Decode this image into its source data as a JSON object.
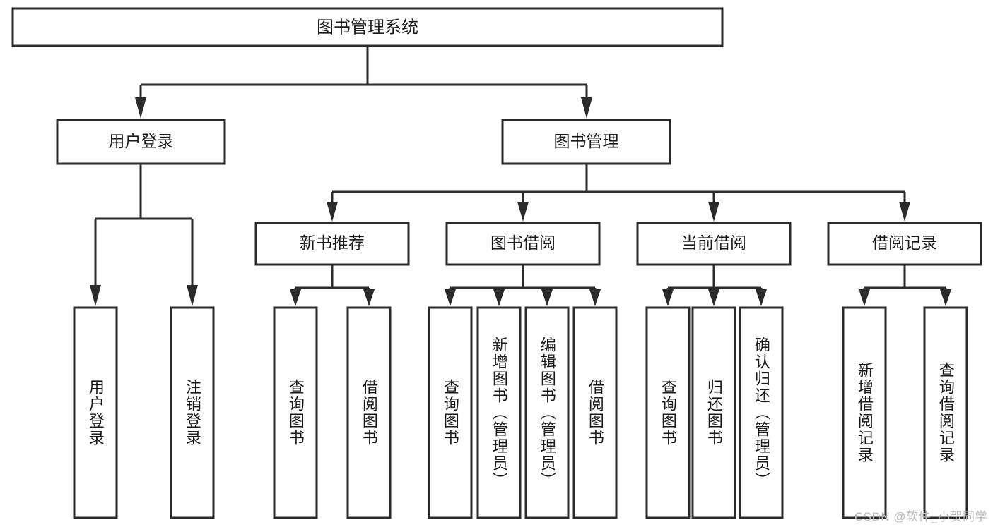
{
  "diagram": {
    "type": "tree-hierarchy-chart",
    "title": "图书管理系统",
    "watermark": "CSDN @软件_小贺同学",
    "colors": {
      "background": "#ffffff",
      "box_fill": "#ffffff",
      "stroke": "#2b2b2b",
      "text": "#1a1a1a",
      "watermark": "#b9b9b9"
    },
    "levels": {
      "root": {
        "label": "图书管理系统"
      },
      "level2": [
        {
          "id": "user-login",
          "label": "用户登录"
        },
        {
          "id": "book-management",
          "label": "图书管理"
        }
      ],
      "level3": [
        {
          "id": "new-book-recommend",
          "label": "新书推荐",
          "parent": "book-management"
        },
        {
          "id": "book-borrow",
          "label": "图书借阅",
          "parent": "book-management"
        },
        {
          "id": "current-borrow",
          "label": "当前借阅",
          "parent": "book-management"
        },
        {
          "id": "borrow-record",
          "label": "借阅记录",
          "parent": "book-management"
        }
      ],
      "leaves": [
        {
          "id": "leaf-user-login",
          "label": "用户登录",
          "parent": "user-login"
        },
        {
          "id": "leaf-logout-login",
          "label": "注销登录",
          "parent": "user-login"
        },
        {
          "id": "leaf-query-book-1",
          "label": "查询图书",
          "parent": "new-book-recommend"
        },
        {
          "id": "leaf-borrow-book-1",
          "label": "借阅图书",
          "parent": "new-book-recommend"
        },
        {
          "id": "leaf-query-book-2",
          "label": "查询图书",
          "parent": "book-borrow"
        },
        {
          "id": "leaf-add-book",
          "label": "新增图书（管理员）",
          "parent": "book-borrow"
        },
        {
          "id": "leaf-edit-book",
          "label": "编辑图书（管理员）",
          "parent": "book-borrow"
        },
        {
          "id": "leaf-borrow-book-2",
          "label": "借阅图书",
          "parent": "book-borrow"
        },
        {
          "id": "leaf-query-book-3",
          "label": "查询图书",
          "parent": "current-borrow"
        },
        {
          "id": "leaf-return-book",
          "label": "归还图书",
          "parent": "current-borrow"
        },
        {
          "id": "leaf-confirm-return",
          "label": "确认归还（管理员）",
          "parent": "current-borrow"
        },
        {
          "id": "leaf-add-record",
          "label": "新增借阅记录",
          "parent": "borrow-record"
        },
        {
          "id": "leaf-query-record",
          "label": "查询借阅记录",
          "parent": "borrow-record"
        }
      ]
    }
  }
}
